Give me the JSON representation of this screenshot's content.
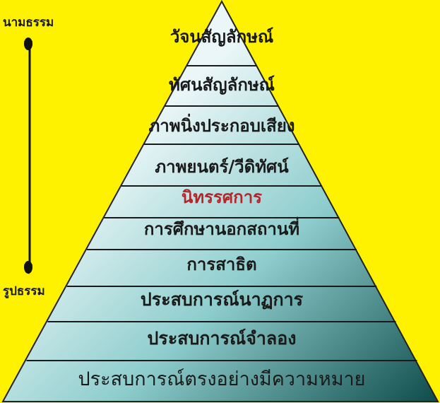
{
  "scale_labels": {
    "top": "นามธรรม",
    "bottom": "รูปธรรม"
  },
  "levels": [
    {
      "label": "วัจนสัญลักษณ์",
      "highlight": false
    },
    {
      "label": "ทัศนสัญลักษณ์",
      "highlight": false
    },
    {
      "label": "ภาพนิ่งประกอบเสียง",
      "highlight": false
    },
    {
      "label": "ภาพยนตร์/วีดิทัศน์",
      "highlight": false
    },
    {
      "label": "นิทรรศการ",
      "highlight": true
    },
    {
      "label": "การศึกษานอกสถานที่",
      "highlight": false
    },
    {
      "label": "การสาธิต",
      "highlight": false
    },
    {
      "label": "ประสบการณ์นาฏการ",
      "highlight": false
    },
    {
      "label": "ประสบการณ์จำลอง",
      "highlight": false
    },
    {
      "label": "ประสบการณ์ตรงอย่างมีความหมาย",
      "highlight": false
    }
  ],
  "colors": {
    "background": "#fff200",
    "highlight_text": "#b3262b",
    "text": "#1a1a1a",
    "pyramid_light": "#eaf6f7",
    "pyramid_mid": "#8ecdcd",
    "pyramid_dark": "#0f4b4b"
  }
}
